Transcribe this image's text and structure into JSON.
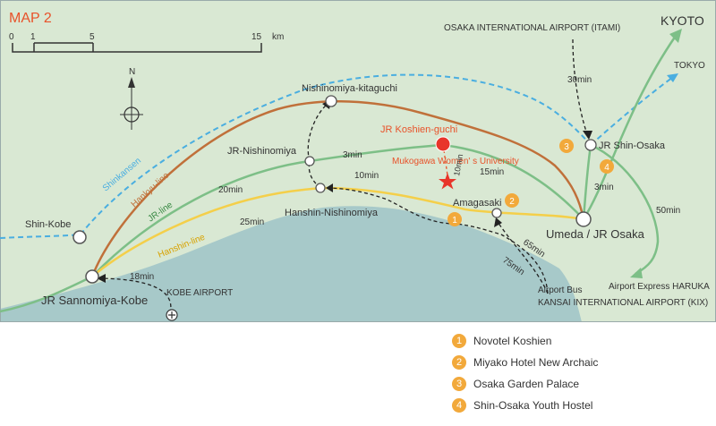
{
  "map_title": "MAP 2",
  "scale": {
    "labels": [
      "0",
      "1",
      "5",
      "15"
    ],
    "unit": "km"
  },
  "north": "N",
  "places": {
    "kyoto": "KYOTO",
    "tokyo": "TOKYO",
    "itami": "OSAKA INTERNATIONAL AIRPORT (ITAMI)",
    "shin_osaka": "JR Shin-Osaka",
    "umeda": "Umeda / JR Osaka",
    "nishinomiya_kitaguchi": "Nishinomiya-kitaguchi",
    "jr_nishinomiya": "JR-Nishinomiya",
    "jr_koshien": "JR Koshien-guchi",
    "university": "Mukogawa Women' s University",
    "hanshin_nishinomiya": "Hanshin-Nishinomiya",
    "amagasaki": "Amagasaki",
    "shin_kobe": "Shin-Kobe",
    "sannomiya": "JR Sannomiya-Kobe",
    "kobe_airport": "KOBE AIRPORT",
    "airport_bus": "Airport Bus",
    "kix": "KANSAI INTERNATIONAL AIRPORT (KIX)",
    "haruka": "Airport Express HARUKA"
  },
  "lines": {
    "shinkansen": "Shinkansen",
    "hankyu": "Hankyu-line",
    "jr": "JR-line",
    "hanshin": "Hanshin-line"
  },
  "times": {
    "itami_shin_osaka": "30min",
    "shin_osaka_umeda": "3min",
    "umeda_kyoto": "50min",
    "jr_nishinomiya_koshien": "3min",
    "koshien_umeda": "15min",
    "hanshin_nishinomiya_amagasaki": "10min",
    "koshien_university": "10min",
    "sannomiya_jr_nishinomiya": "20min",
    "sannomiya_hanshin_nishinomiya": "25min",
    "kobe_airport_sannomiya": "18min",
    "kix_amagasaki": "65min",
    "kix_umeda": "75min"
  },
  "hotel_markers": [
    "1",
    "2",
    "3",
    "4"
  ],
  "legend": [
    {
      "num": "1",
      "name": "Novotel Koshien"
    },
    {
      "num": "2",
      "name": "Miyako Hotel New Archaic"
    },
    {
      "num": "3",
      "name": "Osaka Garden Palace"
    },
    {
      "num": "4",
      "name": "Shin-Osaka Youth Hostel"
    }
  ],
  "colors": {
    "land": "#d9e8d3",
    "sea": "#a7c9c9",
    "hankyu": "#c0703a",
    "jr": "#7dbf87",
    "hanshin": "#f4cf4a",
    "shinkansen": "#4aaee0",
    "accent": "#e8522a",
    "hotel_badge": "#f2a93b"
  }
}
